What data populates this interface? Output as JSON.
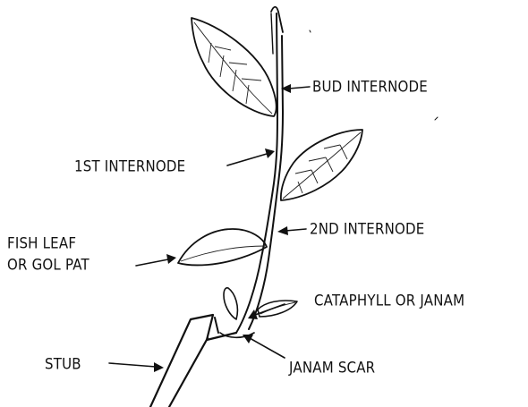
{
  "labels": {
    "bud_internode": "BUD INTERNODE",
    "first_internode": "1ST INTERNODE",
    "second_internode": "2ND INTERNODE",
    "fish_leaf_line1": "FISH LEAF",
    "fish_leaf_line2": "OR GOL PAT",
    "cataphyll": "CATAPHYLL OR JANAM",
    "stub": "STUB",
    "janam_scar": "JANAM SCAR"
  },
  "colors": {
    "ink": "#111111",
    "background": "#ffffff"
  }
}
